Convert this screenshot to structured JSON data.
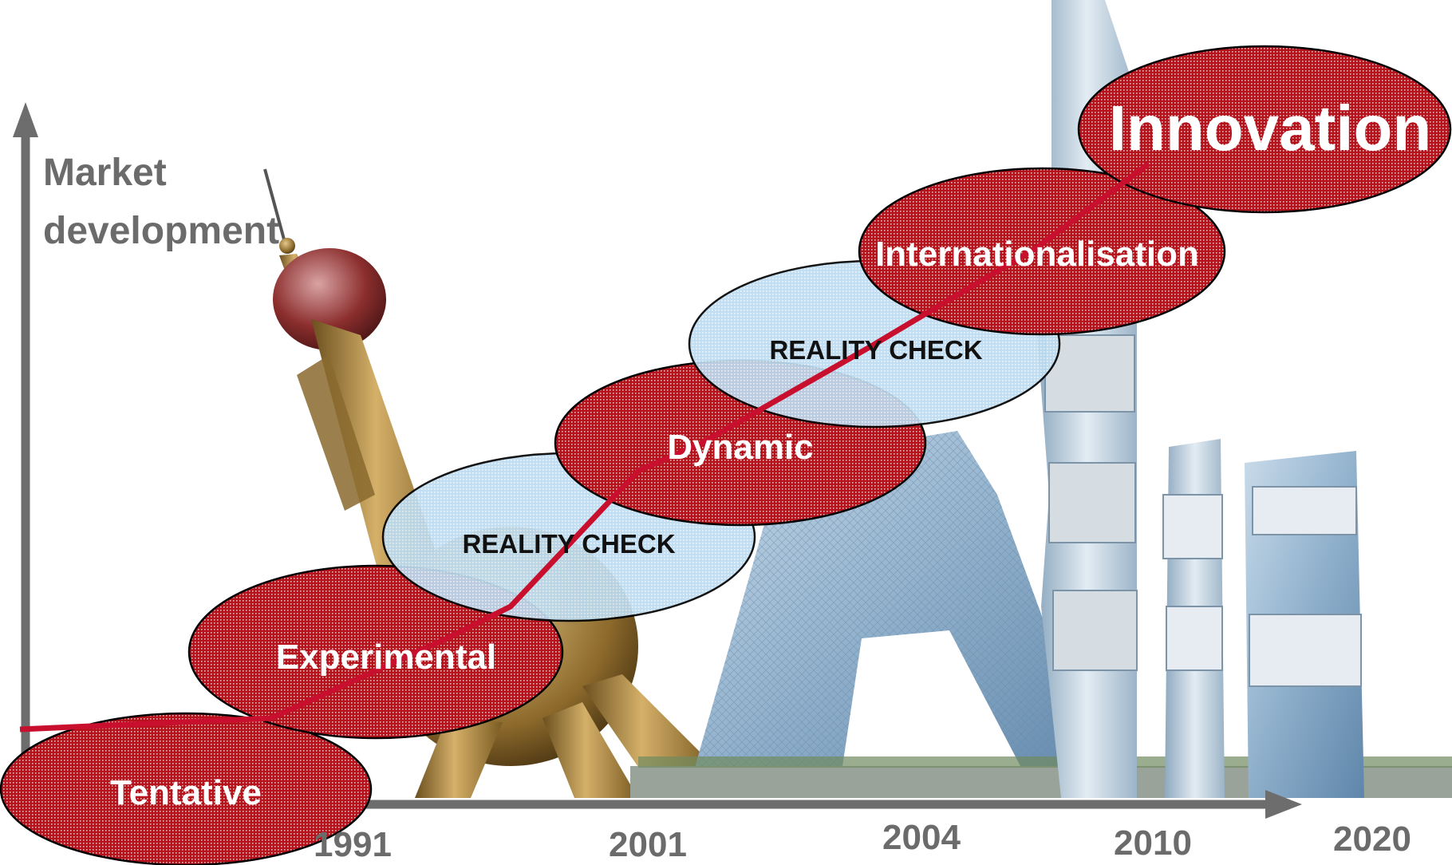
{
  "axis": {
    "y_label_line1": "Market",
    "y_label_line2": "development"
  },
  "years": [
    "1991",
    "2001",
    "2004",
    "2010",
    "2020"
  ],
  "stages": [
    {
      "label": "Tentative",
      "kind": "phase"
    },
    {
      "label": "Experimental",
      "kind": "phase"
    },
    {
      "label": "REALITY CHECK",
      "kind": "check"
    },
    {
      "label": "Dynamic",
      "kind": "phase"
    },
    {
      "label": "REALITY CHECK",
      "kind": "check"
    },
    {
      "label": "Internationalisation",
      "kind": "phase"
    },
    {
      "label": "Innovation",
      "kind": "phase"
    }
  ],
  "colors": {
    "phase_fill": "#b5121b",
    "check_fill": "#bcdcf2",
    "axis": "#6d6d6d",
    "label_gray": "#6b6b6b",
    "trend_line": "#c8102e"
  },
  "illustrations": [
    "pearl-tower-photo",
    "cctv-building-photo",
    "twin-towers-photo"
  ]
}
